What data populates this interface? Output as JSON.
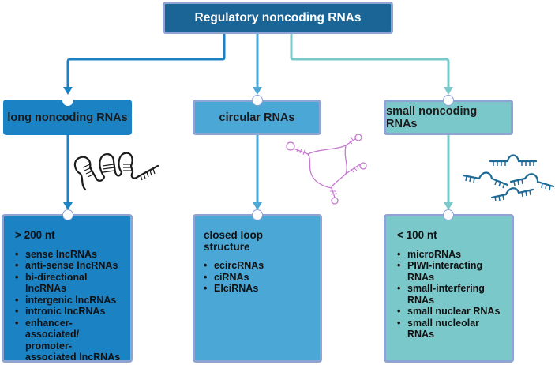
{
  "title": "Regulatory noncoding RNAs",
  "colors": {
    "title_fill": "#1A6496",
    "long_fill": "#1B82C4",
    "circular_fill": "#4BA8D6",
    "small_fill": "#7BC8CB",
    "border": "#8EA4D2",
    "circ_icon": "#C678D0",
    "small_icon": "#1E6A96"
  },
  "categories": [
    {
      "id": "long",
      "label": "long noncoding RNAs",
      "icon": "lncrna-hairpin-icon",
      "detail_header": "> 200 nt",
      "items": [
        "sense lncRNAs",
        "anti-sense lncRNAs",
        "bi-directional lncRNAs",
        "intergenic lncRNAs",
        "intronic lncRNAs",
        "enhancer-associated/ promoter-associated lncRNAs"
      ]
    },
    {
      "id": "circular",
      "label": "circular RNAs",
      "icon": "circrna-loop-icon",
      "detail_header": "closed loop structure",
      "items": [
        "ecircRNAs",
        "ciRNAs",
        "ElciRNAs"
      ]
    },
    {
      "id": "small",
      "label": "small noncoding RNAs",
      "icon": "small-rna-fragments-icon",
      "detail_header": "< 100 nt",
      "items": [
        "microRNAs",
        "PIWI-interacting RNAs",
        "small-interfering RNAs",
        "small nuclear RNAs",
        "small nucleolar RNAs"
      ]
    }
  ]
}
